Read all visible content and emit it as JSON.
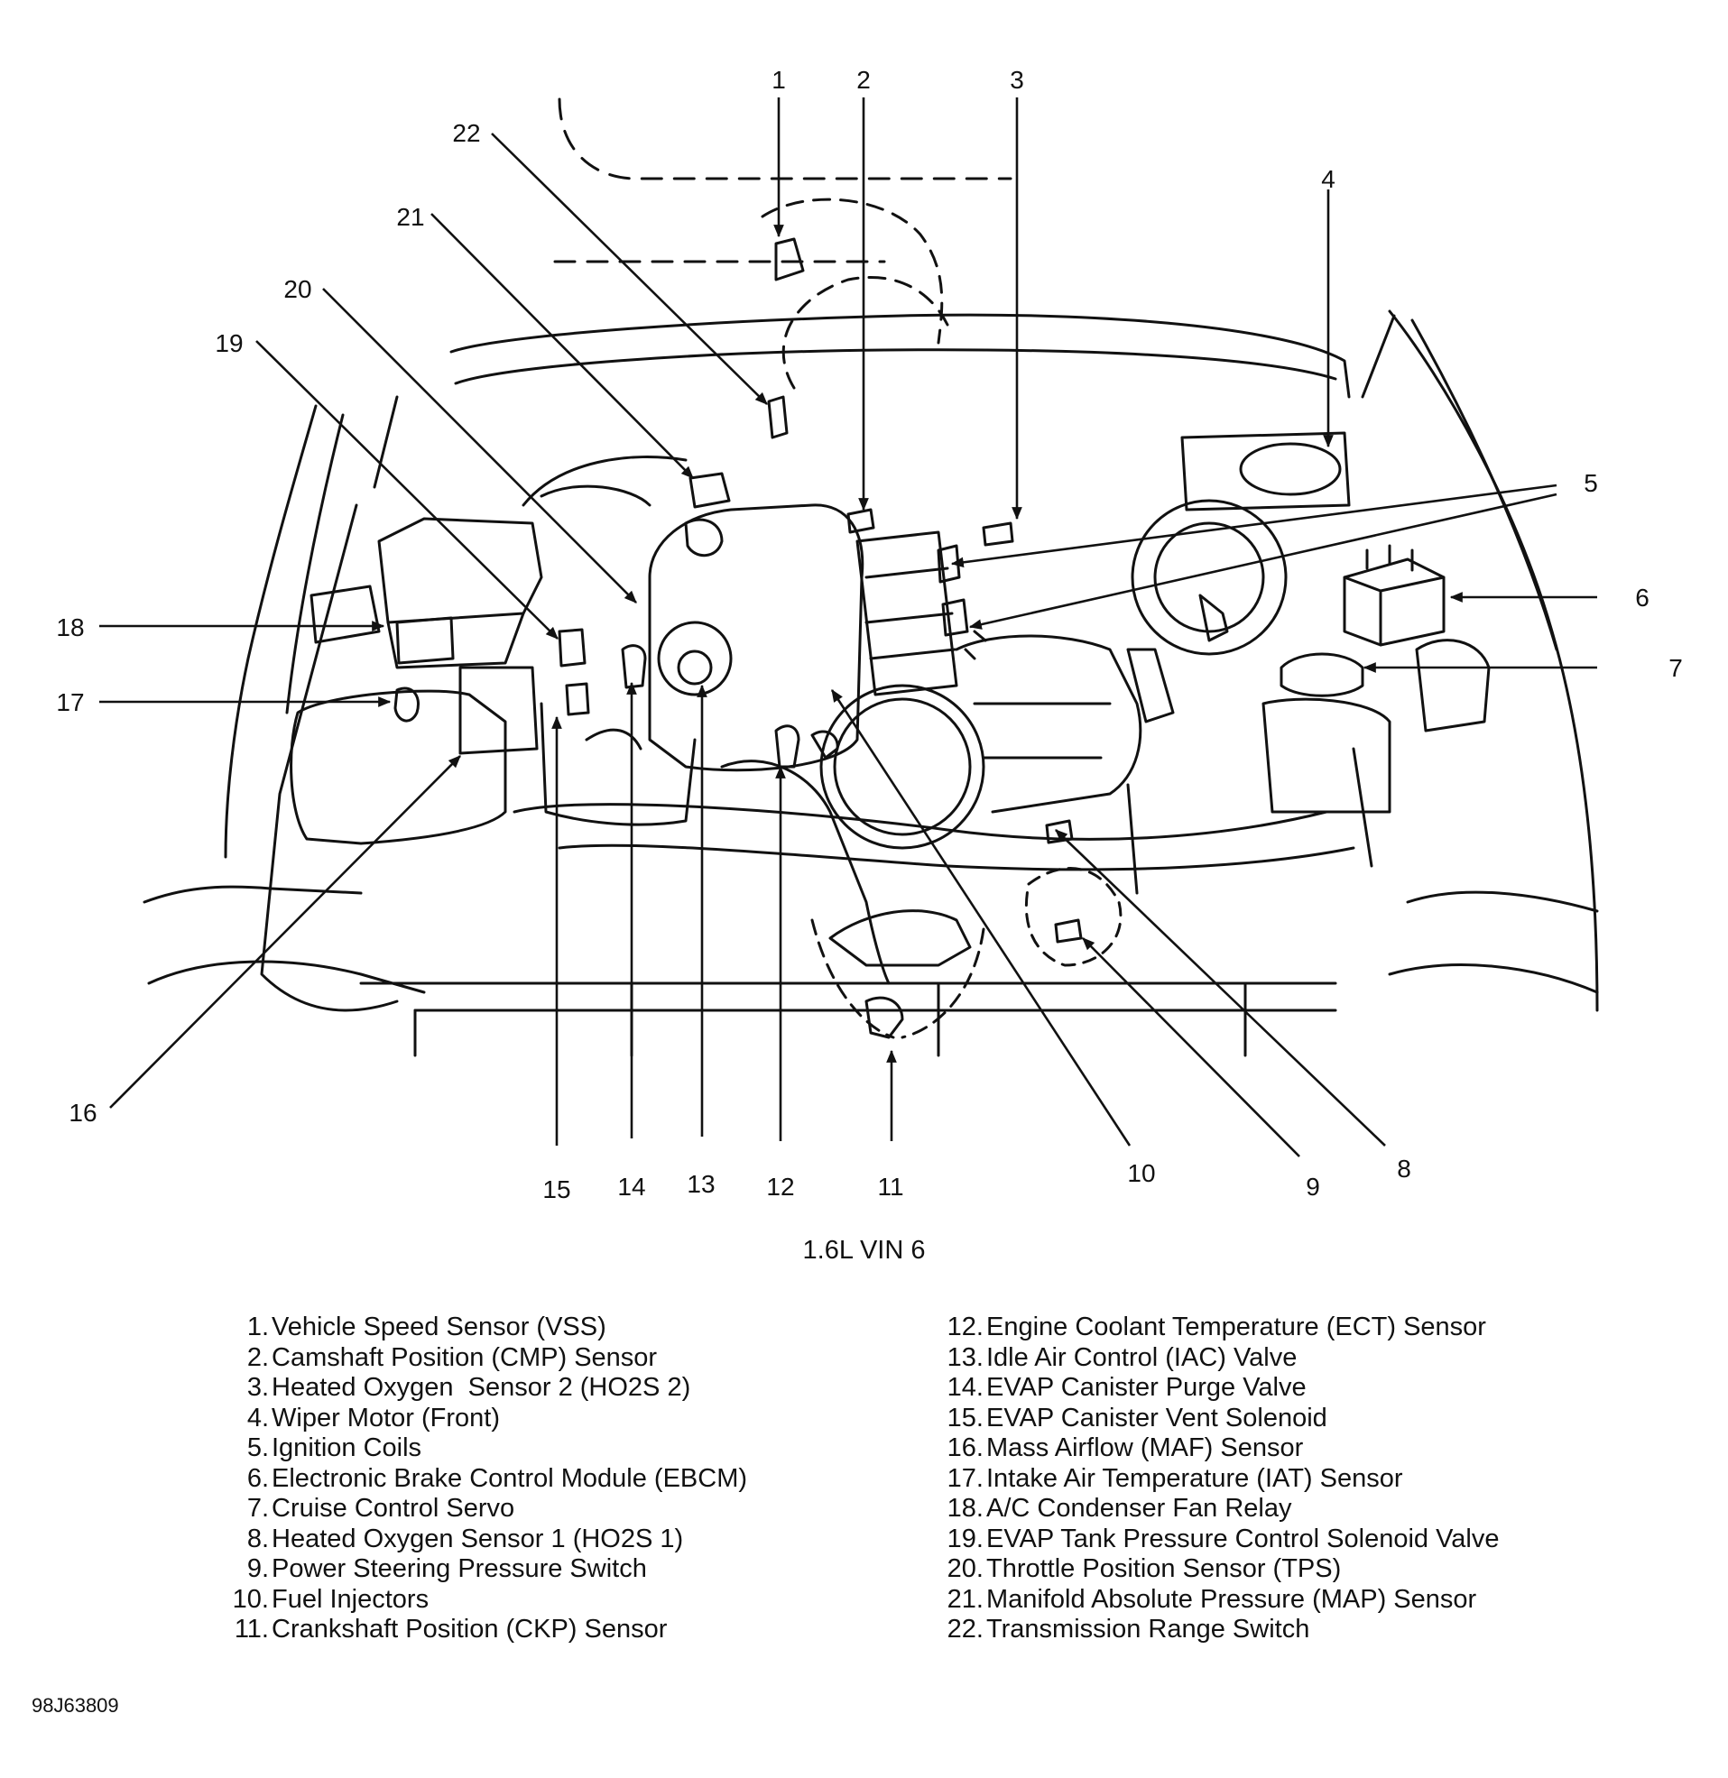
{
  "caption": "1.6L VIN 6",
  "figure_code": "98J63809",
  "callouts": [
    "1",
    "2",
    "3",
    "4",
    "5",
    "6",
    "7",
    "8",
    "9",
    "10",
    "11",
    "12",
    "13",
    "14",
    "15",
    "16",
    "17",
    "18",
    "19",
    "20",
    "21",
    "22"
  ],
  "legend_left": [
    {
      "num": "1.",
      "text": "Vehicle Speed Sensor (VSS)"
    },
    {
      "num": "2.",
      "text": "Camshaft Position (CMP) Sensor"
    },
    {
      "num": "3.",
      "text": "Heated Oxygen  Sensor 2 (HO2S 2)"
    },
    {
      "num": "4.",
      "text": "Wiper Motor (Front)"
    },
    {
      "num": "5.",
      "text": "Ignition Coils"
    },
    {
      "num": "6.",
      "text": "Electronic Brake Control Module (EBCM)"
    },
    {
      "num": "7.",
      "text": "Cruise Control Servo"
    },
    {
      "num": "8.",
      "text": "Heated Oxygen Sensor 1 (HO2S 1)"
    },
    {
      "num": "9.",
      "text": "Power Steering Pressure Switch"
    },
    {
      "num": "10.",
      "text": "Fuel Injectors"
    },
    {
      "num": "11.",
      "text": "Crankshaft Position (CKP) Sensor"
    }
  ],
  "legend_right": [
    {
      "num": "12.",
      "text": "Engine Coolant Temperature (ECT) Sensor"
    },
    {
      "num": "13.",
      "text": "Idle Air Control (IAC) Valve"
    },
    {
      "num": "14.",
      "text": "EVAP Canister Purge Valve"
    },
    {
      "num": "15.",
      "text": "EVAP Canister Vent Solenoid"
    },
    {
      "num": "16.",
      "text": "Mass Airflow (MAF) Sensor"
    },
    {
      "num": "17.",
      "text": "Intake Air Temperature (IAT) Sensor"
    },
    {
      "num": "18.",
      "text": "A/C Condenser Fan Relay"
    },
    {
      "num": "19.",
      "text": "EVAP Tank Pressure Control Solenoid Valve"
    },
    {
      "num": "20.",
      "text": "Throttle Position Sensor (TPS)"
    },
    {
      "num": "21.",
      "text": "Manifold Absolute Pressure (MAP) Sensor"
    },
    {
      "num": "22.",
      "text": "Transmission Range Switch"
    }
  ]
}
